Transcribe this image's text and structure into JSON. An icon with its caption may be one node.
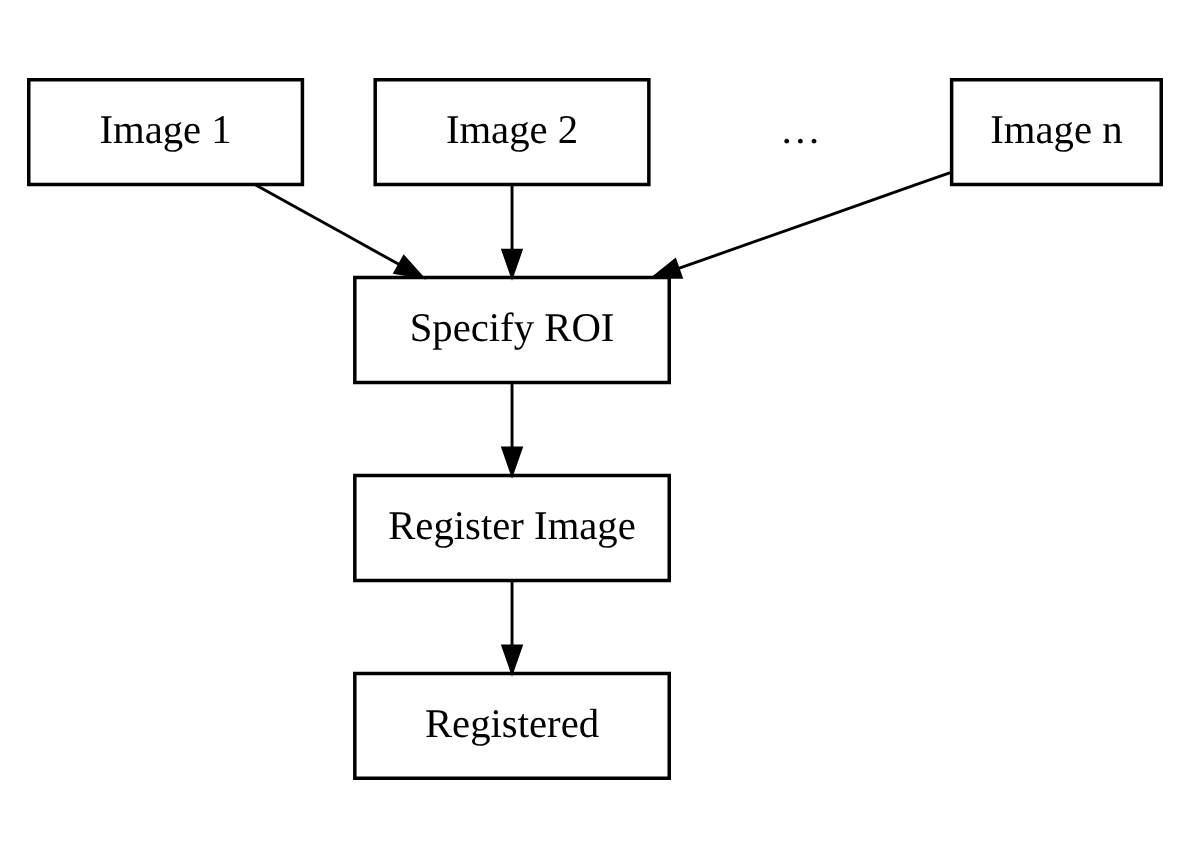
{
  "diagram": {
    "nodes": [
      {
        "text": [
          "Image 1"
        ]
      },
      {
        "text": [
          "Image 2"
        ]
      },
      {
        "text": [
          "Image n"
        ]
      },
      {
        "text": [
          "Specify ROI"
        ]
      },
      {
        "text": [
          "Register Image"
        ]
      },
      {
        "text": [
          "Registered"
        ]
      }
    ],
    "edges": [
      {
        "from": 0,
        "to": 3,
        "arrow": "to"
      },
      {
        "from": 1,
        "to": 3,
        "arrow": "to"
      },
      {
        "from": 2,
        "to": 3,
        "arrow": "to"
      },
      {
        "from": 3,
        "to": 4,
        "arrow": "to"
      },
      {
        "from": 4,
        "to": 5,
        "arrow": "to"
      }
    ],
    "labels": [
      "…"
    ]
  }
}
